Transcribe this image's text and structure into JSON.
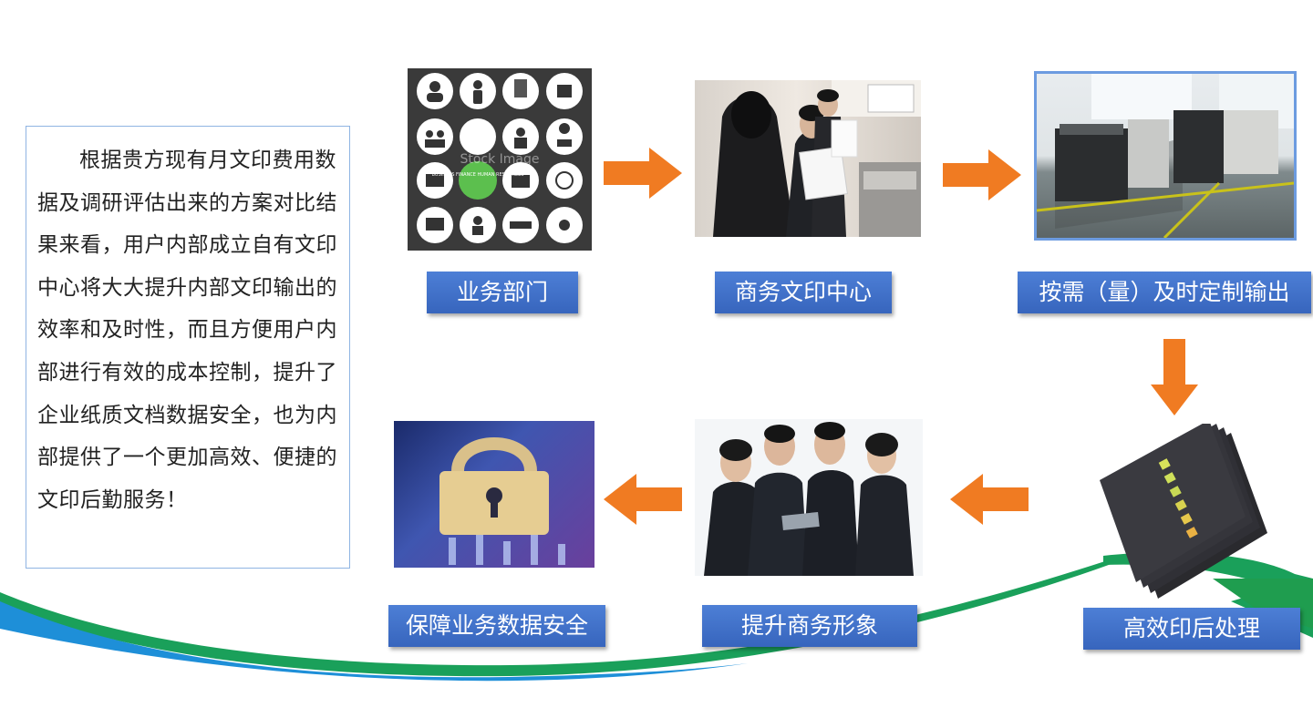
{
  "description_text": "根据贵方现有月文印费用数据及调研评估出来的方案对比结果来看，用户内部成立自有文印中心将大大提升内部文印输出的效率和及时性，而且方便用户内部进行有效的成本控制，提升了企业纸质文档数据安全，也为内部提供了一个更加高效、便捷的文印后勤服务！",
  "steps": {
    "s1": "业务部门",
    "s2": "商务文印中心",
    "s3": "按需（量）及时定制输出",
    "s4": "高效印后处理",
    "s5": "提升商务形象",
    "s6": "保障业务数据安全"
  },
  "images": {
    "icon_grid_watermark": "Stock Image",
    "icon_grid_center": "BUSINESS FINANCE HUMAN RESOURCES"
  },
  "colors": {
    "label_blue": "#3d6fcb",
    "arrow_orange": "#f07b22",
    "swoosh_blue": "#1e8fd8",
    "swoosh_green": "#1aa05a"
  }
}
